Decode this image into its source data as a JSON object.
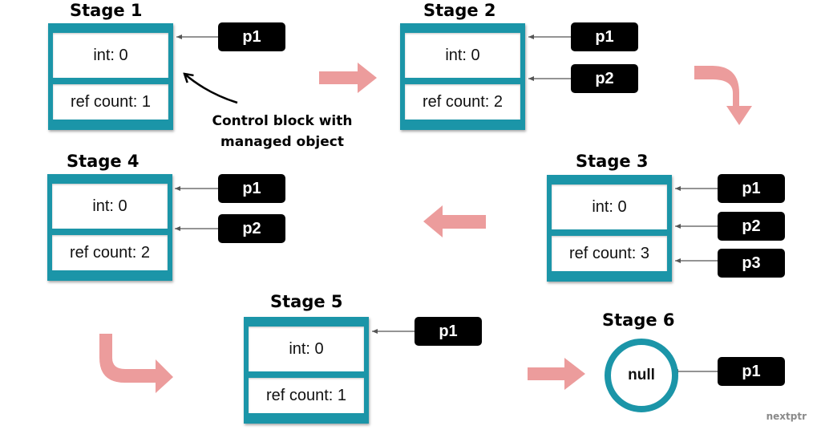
{
  "stages": [
    {
      "title": "Stage 1",
      "value": "int: 0",
      "ref_count": "ref count: 1",
      "pointers": [
        "p1"
      ]
    },
    {
      "title": "Stage 2",
      "value": "int: 0",
      "ref_count": "ref count: 2",
      "pointers": [
        "p1",
        "p2"
      ]
    },
    {
      "title": "Stage 3",
      "value": "int: 0",
      "ref_count": "ref count: 3",
      "pointers": [
        "p1",
        "p2",
        "p3"
      ]
    },
    {
      "title": "Stage 4",
      "value": "int: 0",
      "ref_count": "ref count: 2",
      "pointers": [
        "p1",
        "p2"
      ]
    },
    {
      "title": "Stage 5",
      "value": "int: 0",
      "ref_count": "ref count: 1",
      "pointers": [
        "p1"
      ]
    },
    {
      "title": "Stage 6",
      "value": "null",
      "pointers": [
        "p1"
      ]
    }
  ],
  "annotation": {
    "line1": "Control block with",
    "line2": "managed object"
  },
  "brand": "nextptr",
  "colors": {
    "block": "#1b95a8",
    "pointer": "#000000",
    "arrow": "#ec9c9c"
  }
}
